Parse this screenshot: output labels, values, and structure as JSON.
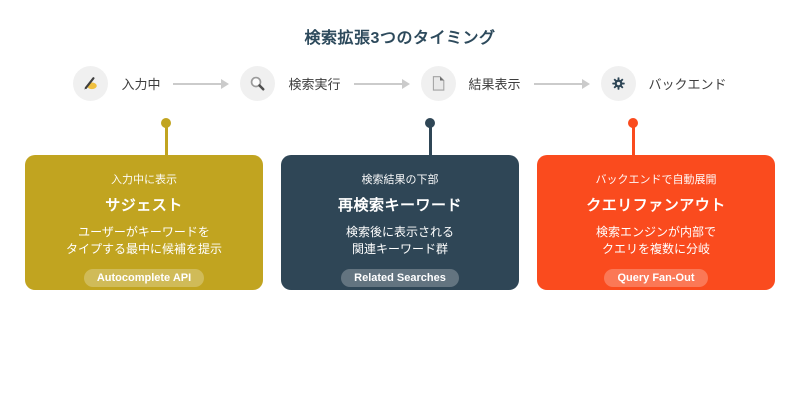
{
  "title": "検索拡張3つのタイミング",
  "colors": {
    "gold": "#C1A420",
    "navy": "#2F4656",
    "orange": "#FA4B1E",
    "title_text": "#2D4A5C",
    "step_label": "#3D3D3D",
    "step_circle_bg": "#F0F0F0",
    "arrow": "#CBCBCB",
    "card_text": "#FFFFFF"
  },
  "flow": {
    "steps": [
      {
        "label": "入力中",
        "icon": "writing-hand-icon"
      },
      {
        "label": "検索実行",
        "icon": "magnifier-icon"
      },
      {
        "label": "結果表示",
        "icon": "document-icon"
      },
      {
        "label": "バックエンド",
        "icon": "gear-icon"
      }
    ]
  },
  "cards": [
    {
      "accent": "#C1A420",
      "eyebrow": "入力中に表示",
      "title": "サジェスト",
      "body_line1": "ユーザーがキーワードを",
      "body_line2": "タイプする最中に候補を提示",
      "badge": "Autocomplete API"
    },
    {
      "accent": "#2F4656",
      "eyebrow": "検索結果の下部",
      "title": "再検索キーワード",
      "body_line1": "検索後に表示される",
      "body_line2": "関連キーワード群",
      "badge": "Related Searches"
    },
    {
      "accent": "#FA4B1E",
      "eyebrow": "バックエンドで自動展開",
      "title": "クエリファンアウト",
      "body_line1": "検索エンジンが内部で",
      "body_line2": "クエリを複数に分岐",
      "badge": "Query Fan-Out"
    }
  ]
}
